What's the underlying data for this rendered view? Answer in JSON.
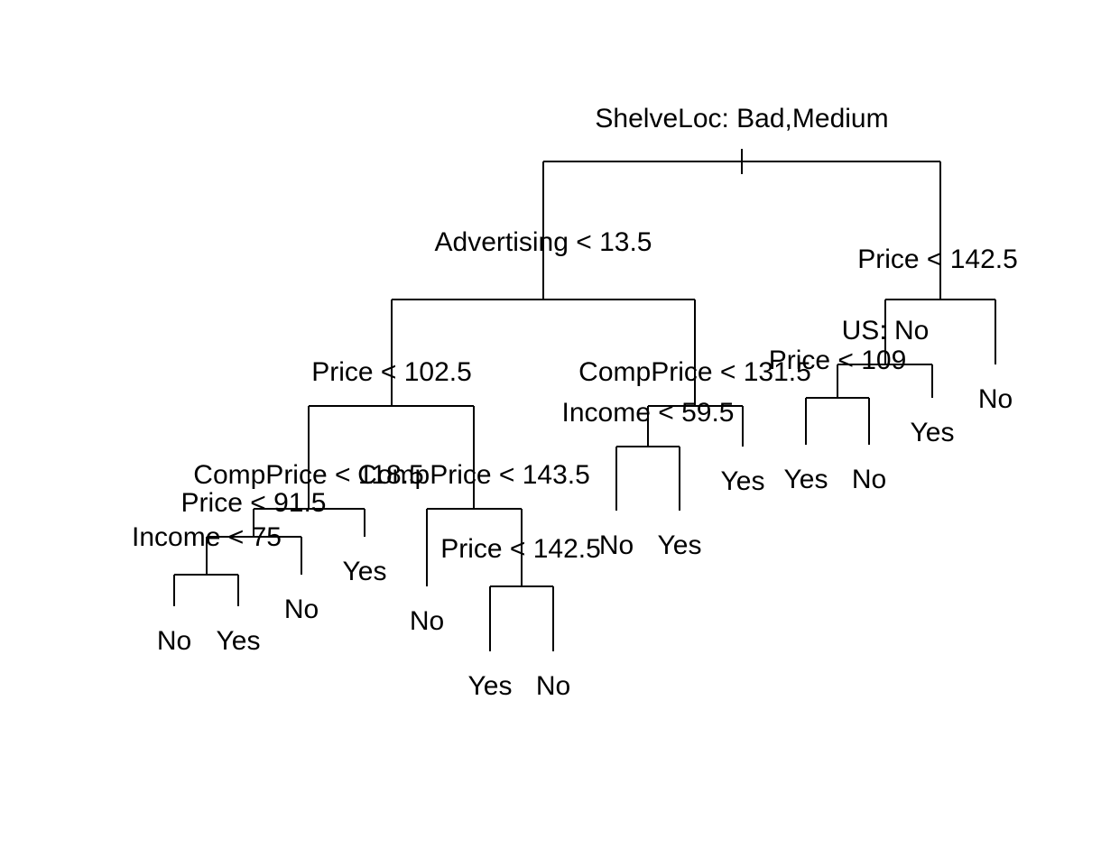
{
  "tree": {
    "root": "n1",
    "nodes": {
      "n1": {
        "label": "ShelveLoc: Bad,Medium",
        "children": [
          "n2",
          "n3"
        ]
      },
      "n2": {
        "label": "Advertising < 13.5",
        "children": [
          "n4",
          "n5"
        ]
      },
      "n3": {
        "label": "Price < 142.5",
        "children": [
          "n6",
          "l_no_right"
        ]
      },
      "n4": {
        "label": "Price < 102.5",
        "children": [
          "n7",
          "n8"
        ]
      },
      "n5": {
        "label": "CompPrice < 131.5",
        "children": [
          "n9",
          "l_yes_cp"
        ]
      },
      "n6": {
        "label": "US: No",
        "children": [
          "n10",
          "l_yes_us"
        ]
      },
      "n7": {
        "label": "CompPrice < 118.5",
        "children": [
          "n11",
          "l_yes_cp118"
        ]
      },
      "n8": {
        "label": "CompPrice < 143.5",
        "children": [
          "l_no_cp143",
          "n12"
        ]
      },
      "n9": {
        "label": "Income < 59.5",
        "children": [
          "l_no_inc59",
          "l_yes_inc59"
        ]
      },
      "n10": {
        "label": "Price < 109",
        "children": [
          "l_yes_p109",
          "l_no_p109"
        ]
      },
      "n11": {
        "label": "Price < 91.5",
        "children": [
          "n13",
          "l_no_p91"
        ]
      },
      "n12": {
        "label": "Price < 142.5",
        "children": [
          "l_yes_p142b",
          "l_no_p142b"
        ]
      },
      "n13": {
        "label": "Income < 75",
        "children": [
          "l_no_inc75",
          "l_yes_inc75"
        ]
      },
      "l_no_inc75": {
        "label": "No"
      },
      "l_yes_inc75": {
        "label": "Yes"
      },
      "l_no_p91": {
        "label": "No"
      },
      "l_yes_cp118": {
        "label": "Yes"
      },
      "l_no_cp143": {
        "label": "No"
      },
      "l_yes_p142b": {
        "label": "Yes"
      },
      "l_no_p142b": {
        "label": "No"
      },
      "l_no_inc59": {
        "label": "No"
      },
      "l_yes_inc59": {
        "label": "Yes"
      },
      "l_yes_cp": {
        "label": "Yes"
      },
      "l_yes_p109": {
        "label": "Yes"
      },
      "l_no_p109": {
        "label": "No"
      },
      "l_yes_us": {
        "label": "Yes"
      },
      "l_no_right": {
        "label": "No"
      }
    }
  }
}
